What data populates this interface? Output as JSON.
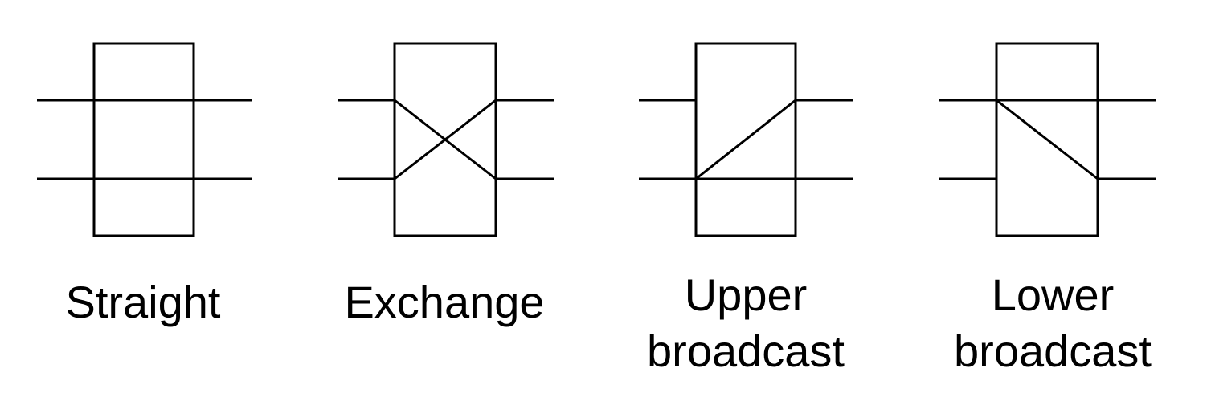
{
  "switch_states": [
    {
      "id": "straight",
      "label_lines": [
        "Straight"
      ]
    },
    {
      "id": "exchange",
      "label_lines": [
        "Exchange"
      ]
    },
    {
      "id": "upper-broadcast",
      "label_lines": [
        "Upper",
        "broadcast"
      ]
    },
    {
      "id": "lower-broadcast",
      "label_lines": [
        "Lower",
        "broadcast"
      ]
    }
  ]
}
